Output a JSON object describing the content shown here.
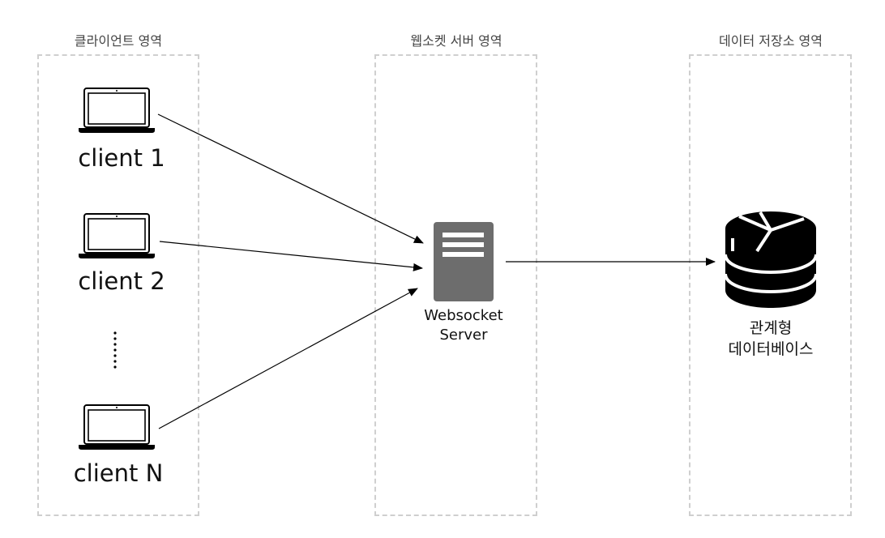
{
  "regions": {
    "client": {
      "title": "클라이언트 영역"
    },
    "server": {
      "title": "웹소켓 서버 영역"
    },
    "storage": {
      "title": "데이터 저장소 영역"
    }
  },
  "clients": [
    {
      "label": "client 1",
      "icon": "laptop-icon"
    },
    {
      "label": "client 2",
      "icon": "laptop-icon"
    },
    {
      "label": "client N",
      "icon": "laptop-icon"
    }
  ],
  "ellipsis_icon": "vertical-dots-icon",
  "server": {
    "line1": "Websocket",
    "line2": "Server",
    "icon": "server-icon",
    "color": "#6d6d6d"
  },
  "database": {
    "line1": "관계형",
    "line2": "데이터베이스",
    "icon": "database-icon",
    "color": "#000000"
  },
  "colors": {
    "region_border": "#cfcfcf",
    "arrow": "#000000"
  }
}
